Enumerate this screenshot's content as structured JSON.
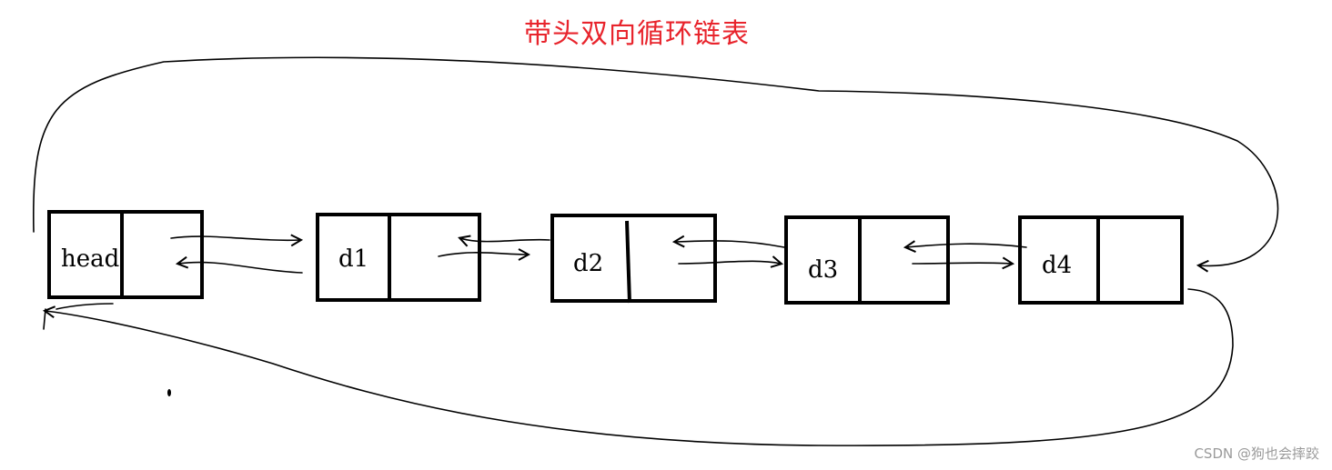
{
  "title": "带头双向循环链表",
  "colors": {
    "title": "#e8242c",
    "stroke": "#000000",
    "watermark": "#9a9a9a"
  },
  "nodes": [
    {
      "id": "head",
      "label": "head"
    },
    {
      "id": "d1",
      "label": "d1"
    },
    {
      "id": "d2",
      "label": "d2"
    },
    {
      "id": "d3",
      "label": "d3"
    },
    {
      "id": "d4",
      "label": "d4"
    }
  ],
  "watermark": "CSDN @狗也会摔跤"
}
